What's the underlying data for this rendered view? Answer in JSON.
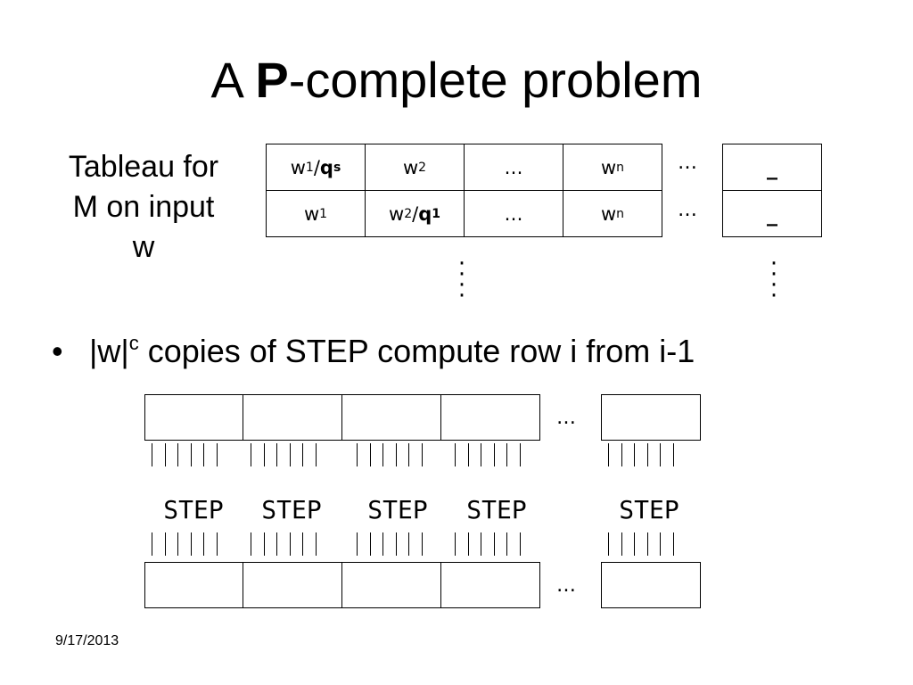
{
  "title": {
    "prefix": "A ",
    "bold": "P",
    "suffix": "-complete problem"
  },
  "caption": {
    "lines": [
      "Tableau for",
      "M on input",
      "w"
    ]
  },
  "tableau": {
    "row1": {
      "c1": {
        "base": "w",
        "sub": "1",
        "sep": "/",
        "q": "q",
        "qsub": "s"
      },
      "c2": {
        "base": "w",
        "sub": "2"
      },
      "c3": "…",
      "c4": {
        "base": "w",
        "sub": "n"
      },
      "ellipsis": "…",
      "blank": "_"
    },
    "row2": {
      "c1": {
        "base": "w",
        "sub": "1"
      },
      "c2": {
        "base": "w",
        "sub": "2",
        "sep": "/",
        "q": "q",
        "qsub": "1"
      },
      "c3": "…",
      "c4": {
        "base": "w",
        "sub": "n"
      },
      "ellipsis": "…",
      "blank": "_"
    },
    "vdots": "·"
  },
  "bullet": {
    "mark": "•",
    "pre": "|w|",
    "sup": "c",
    "text": " copies of STEP compute row i from i-1"
  },
  "steps": {
    "label": "STEP",
    "ellipsis": "…"
  },
  "footer": {
    "date": "9/17/2013"
  }
}
